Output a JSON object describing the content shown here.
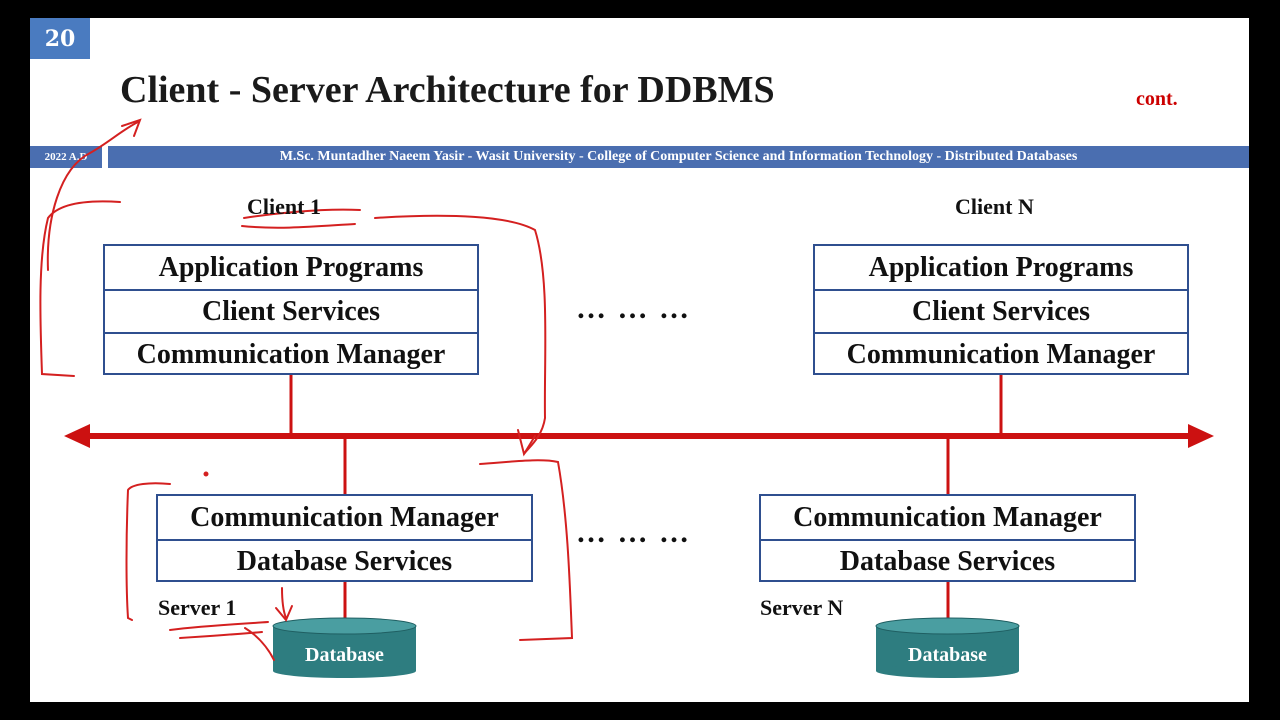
{
  "page_number": "20",
  "title": "Client - Server Architecture for DDBMS",
  "cont_label": "cont.",
  "year_label": "2022 A.D",
  "footer_text": "M.Sc. Muntadher Naeem Yasir - Wasit University - College of Computer Science and Information Technology - Distributed Databases",
  "clients": [
    {
      "label": "Client 1",
      "layers": [
        "Application Programs",
        "Client Services",
        "Communication Manager"
      ]
    },
    {
      "label": "Client N",
      "layers": [
        "Application Programs",
        "Client Services",
        "Communication Manager"
      ]
    }
  ],
  "servers": [
    {
      "label": "Server 1",
      "layers": [
        "Communication Manager",
        "Database Services"
      ],
      "database": "Database"
    },
    {
      "label": "Server N",
      "layers": [
        "Communication Manager",
        "Database Services"
      ],
      "database": "Database"
    }
  ],
  "ellipsis": "… … …",
  "colors": {
    "bus": "#cc1111",
    "box_border": "#2f4f8f",
    "database": "#2e7d80",
    "header_band": "#4a6eb0",
    "badge": "#4a7bc0",
    "ink_annotation": "#d42020"
  }
}
